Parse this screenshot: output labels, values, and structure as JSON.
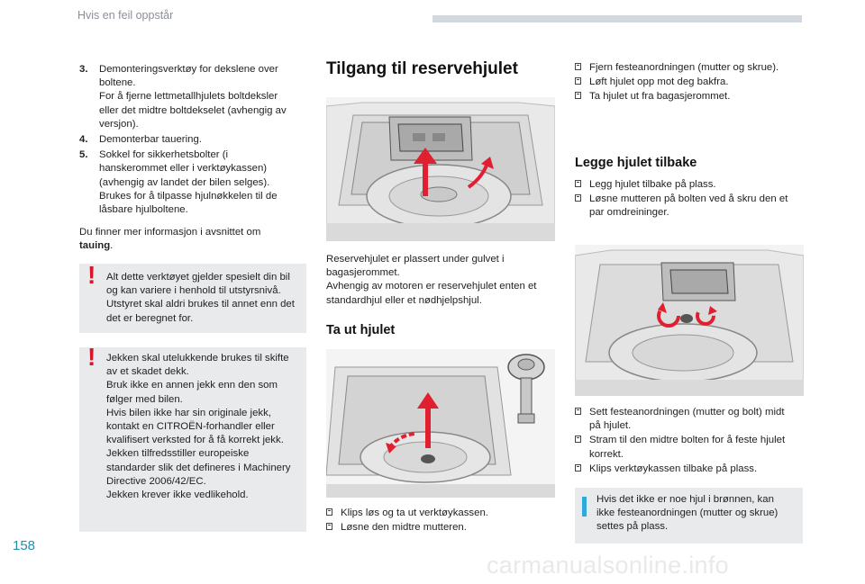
{
  "header": {
    "section_title": "Hvis en feil oppstår"
  },
  "page_number": "158",
  "watermark": "carmanualsonline.info",
  "col1": {
    "items": [
      {
        "num": "3.",
        "lines": [
          "Demonteringsverktøy for dekslene over",
          "boltene.",
          "For å fjerne lettmetallhjulets boltdeksler",
          "eller det midtre boltdekselet (avhengig av",
          "versjon)."
        ]
      },
      {
        "num": "4.",
        "lines": [
          "Demonterbar tauering."
        ]
      },
      {
        "num": "5.",
        "lines": [
          "Sokkel for sikkerhetsbolter (i",
          "hanskerommet eller i verktøykassen)",
          "(avhengig av landet der bilen selges).",
          "Brukes for å tilpasse hjulnøkkelen til de",
          "låsbare hjulboltene."
        ]
      }
    ],
    "more_info_line1": "Du finner mer informasjon i avsnittet om",
    "more_info_link": "tauing",
    "more_info_end": ".",
    "warning1": [
      "Alt dette verktøyet gjelder spesielt din bil",
      "og kan variere i henhold til utstyrsnivå.",
      "Utstyret skal aldri brukes til annet enn det",
      "det er beregnet for."
    ],
    "warning2": [
      "Jekken skal utelukkende brukes til skifte",
      "av et skadet dekk.",
      "Bruk ikke en annen jekk enn den som",
      "følger med bilen.",
      "Hvis bilen ikke har sin originale jekk,",
      "kontakt en CITROËN-forhandler eller",
      "kvalifisert verksted for å få korrekt jekk.",
      "Jekken tilfredsstiller europeiske",
      "standarder slik det defineres i Machinery",
      "Directive 2006/42/EC.",
      "Jekken krever ikke vedlikehold."
    ],
    "warning_mark": "!"
  },
  "col2": {
    "title": "Tilgang til reservehjulet",
    "intro": [
      "Reservehjulet er plassert under gulvet i",
      "bagasjerommet.",
      "Avhengig av motoren er reservehjulet enten et",
      "standardhjul eller et nødhjelpshjul."
    ],
    "subtitle": "Ta ut hjulet",
    "bullets": [
      "Klips løs og ta ut verktøykassen.",
      "Løsne den midtre mutteren."
    ]
  },
  "col3": {
    "bullets_top": [
      "Fjern festeanordningen (mutter og skrue).",
      "Løft hjulet opp mot deg bakfra.",
      "Ta hjulet ut fra bagasjerommet."
    ],
    "subtitle": "Legge hjulet tilbake",
    "bullets_mid": [
      [
        "Legg hjulet tilbake på plass."
      ],
      [
        "Løsne mutteren på bolten ved å skru den et",
        "par omdreininger."
      ]
    ],
    "bullets_bottom": [
      [
        "Sett festeanordningen (mutter og bolt) midt",
        "på hjulet."
      ],
      [
        "Stram til den midtre bolten for å feste hjulet",
        "korrekt."
      ],
      [
        "Klips verktøykassen tilbake på plass."
      ]
    ],
    "info": [
      "Hvis det ikke er noe hjul i brønnen, kan",
      "ikke festeanordningen (mutter og skrue)",
      "settes på plass."
    ]
  },
  "colors": {
    "accent_blue": "#1f90a8",
    "warning_red": "#d4172a",
    "info_blue": "#31a8dc",
    "arrow_red": "#e02030",
    "panel_grey": "#e8eaeb"
  }
}
